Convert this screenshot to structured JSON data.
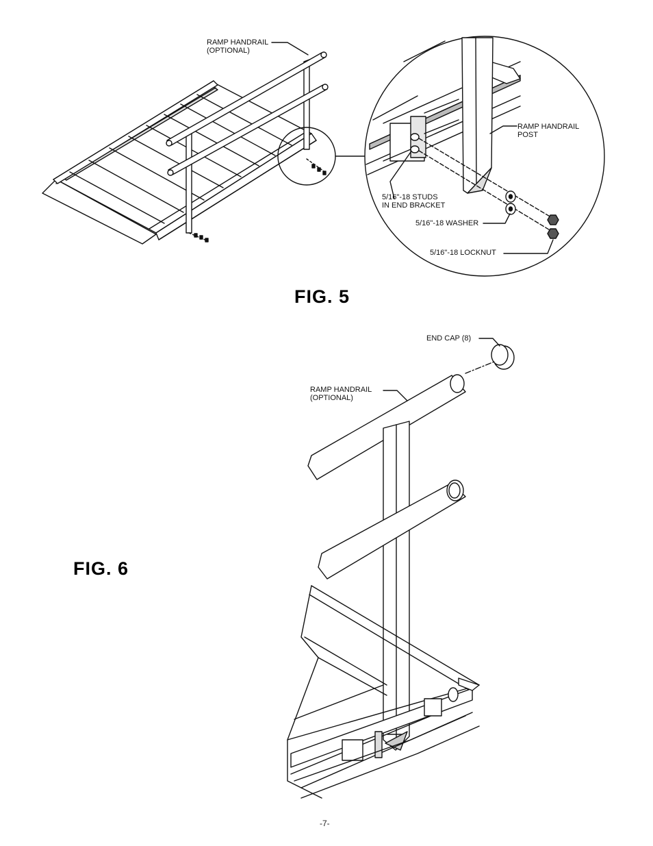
{
  "fig5": {
    "title": "FIG. 5",
    "labels": {
      "handrail": "RAMP HANDRAIL\n(OPTIONAL)",
      "post": "RAMP HANDRAIL\nPOST",
      "studs": "5/16\"-18 STUDS\nIN END BRACKET",
      "washer": "5/16\"-18 WASHER",
      "locknut": "5/16\"-18 LOCKNUT"
    }
  },
  "fig6": {
    "title": "FIG. 6",
    "labels": {
      "end_cap": "END CAP (8)",
      "handrail": "RAMP HANDRAIL\n(OPTIONAL)"
    }
  },
  "page_number": "-7-"
}
